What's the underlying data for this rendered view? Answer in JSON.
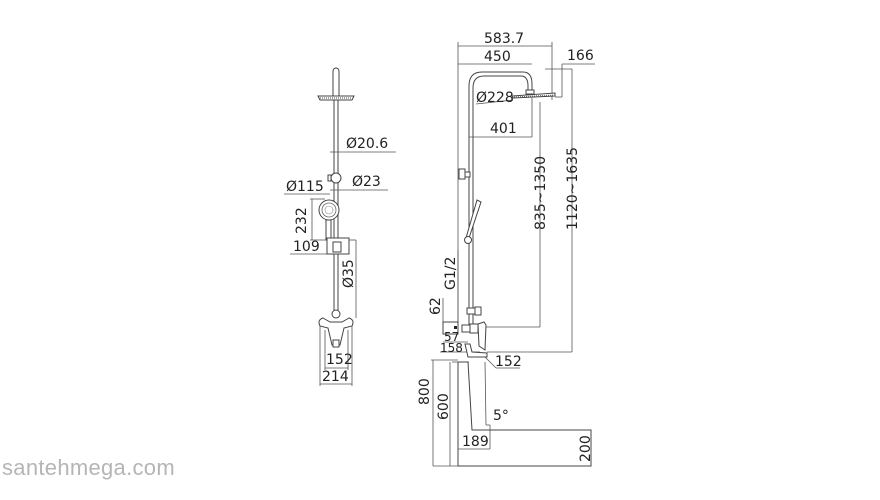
{
  "watermark": "santehmega.com",
  "front_view": {
    "dimensions": {
      "rod_diameter": "Ø20.6",
      "holder_diameter": "Ø23",
      "handshower_diameter": "Ø115",
      "handshower_length": "232",
      "holder_offset": "109",
      "pipe_diameter": "Ø35",
      "mixer_inner_width": "152",
      "mixer_outer_width": "214"
    }
  },
  "side_view": {
    "dimensions": {
      "total_reach": "583.7",
      "arm_reach": "450",
      "head_height": "166",
      "head_diameter": "Ø228",
      "arm_projection": "401",
      "head_height_range": "835~1350",
      "total_height_range": "1120~1635",
      "thread": "G1/2",
      "wall_offset": "62",
      "connector_depth": "57",
      "mixer_depth": "158",
      "spout_length": "152",
      "floor_to_mixer": "800",
      "tub_height": "600",
      "angle": "5°",
      "tub_width": "189",
      "bottom_height": "200"
    }
  }
}
